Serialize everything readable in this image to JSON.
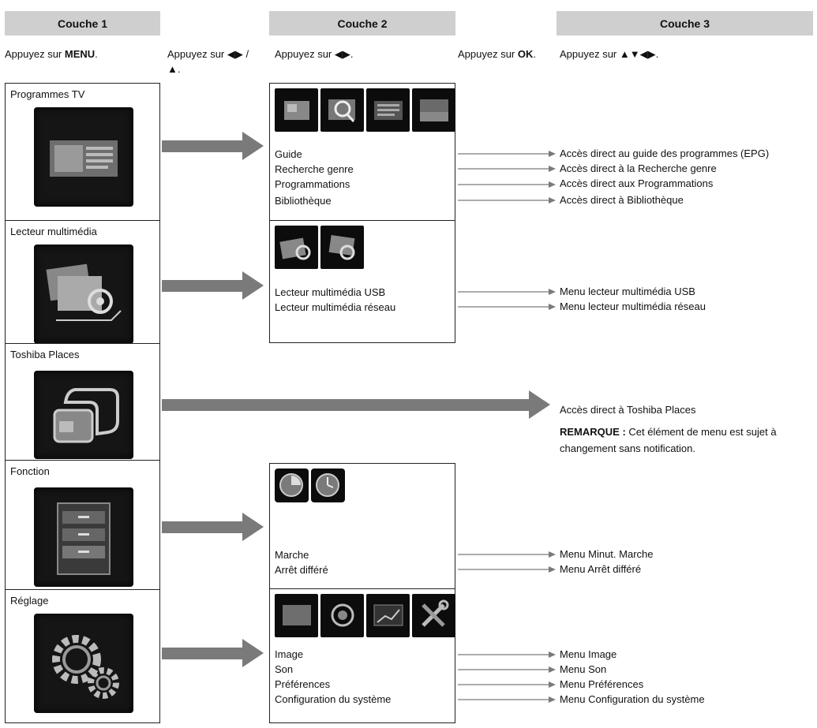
{
  "headers": [
    "Couche 1",
    "Couche 2",
    "Couche 3"
  ],
  "instructions": {
    "col1": {
      "prefix": "Appuyez sur ",
      "key": "MENU",
      "suffix": "."
    },
    "col1b": {
      "line1": "Appuyez sur ◀▶ /",
      "line2": "▲."
    },
    "col2": {
      "text": "Appuyez sur ◀▶."
    },
    "col2b": {
      "prefix": "Appuyez sur ",
      "key": "OK",
      "suffix": "."
    },
    "col3": {
      "text": "Appuyez sur ▲▼◀▶."
    }
  },
  "layer1": [
    {
      "label": "Programmes TV",
      "icon": "tv-programs-icon"
    },
    {
      "label": "Lecteur multimédia",
      "icon": "media-player-icon"
    },
    {
      "label": "Toshiba Places",
      "icon": "toshiba-places-icon"
    },
    {
      "label": "Fonction",
      "icon": "cabinet-icon"
    },
    {
      "label": "Réglage",
      "icon": "gears-icon"
    }
  ],
  "layer2": {
    "programmes": [
      "Guide",
      "Recherche genre",
      "Programmations",
      "Bibliothèque"
    ],
    "media": [
      "Lecteur multimédia USB",
      "Lecteur multimédia réseau"
    ],
    "fonction": [
      "Marche",
      "Arrêt différé"
    ],
    "reglage": [
      "Image",
      "Son",
      "Préférences",
      "Configuration du système"
    ]
  },
  "layer3": {
    "programmes": [
      "Accès direct au guide des programmes (EPG)",
      "Accès direct à la Recherche genre",
      "Accès direct aux Programmations",
      "Accès direct à Bibliothèque"
    ],
    "media": [
      "Menu lecteur multimédia USB",
      "Menu lecteur multimédia réseau"
    ],
    "toshiba": "Accès direct à Toshiba Places",
    "note_label": "REMARQUE :",
    "note_text": " Cet élément de menu est sujet à changement sans notification.",
    "fonction": [
      "Menu Minut. Marche",
      "Menu Arrêt différé"
    ],
    "reglage": [
      "Menu Image",
      "Menu Son",
      "Menu Préférences",
      "Menu Configuration du système"
    ]
  },
  "colors": {
    "header_bg": "#cfcfcf",
    "arrow": "#7a7a7a",
    "thumb_bg": "#151515"
  }
}
